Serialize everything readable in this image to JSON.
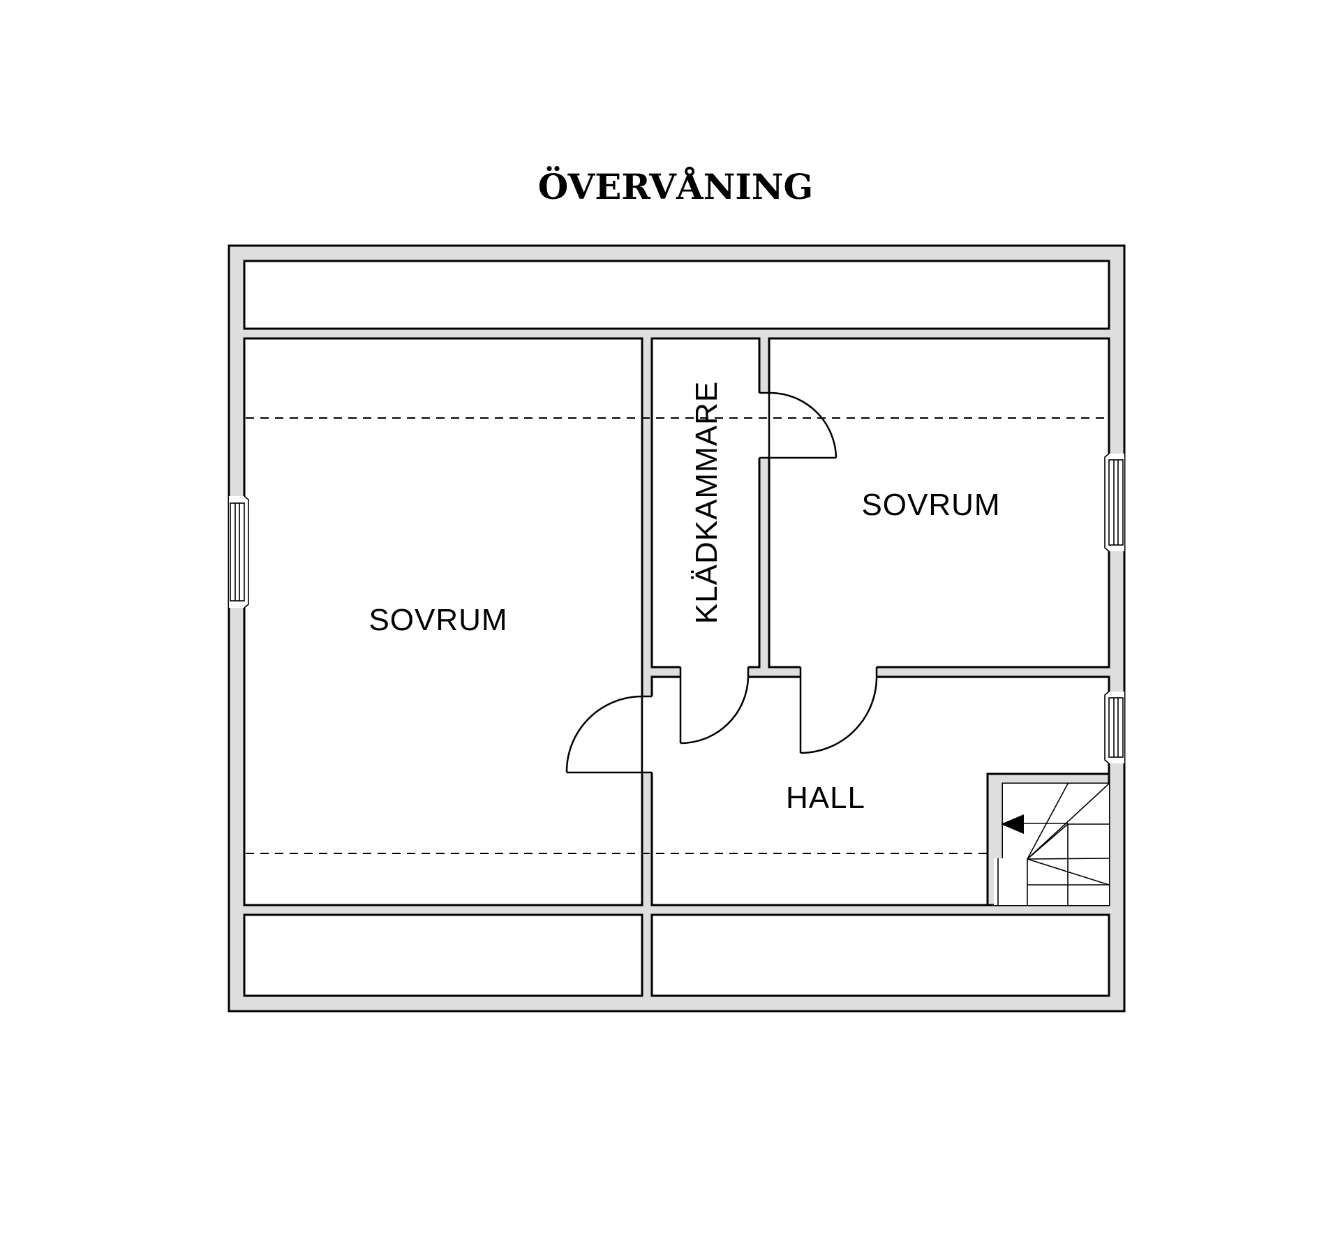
{
  "title": "ÖVERVÅNING",
  "rooms": {
    "sovrum_west": "SOVRUM",
    "sovrum_east": "SOVRUM",
    "kladkammare": "KLÄDKAMMARE",
    "hall": "HALL"
  },
  "colors": {
    "wall_fill": "#dedede",
    "line": "#000000",
    "background": "#ffffff"
  },
  "icons": [
    "door-swing-icon",
    "window-icon",
    "stair-icon",
    "arrow-left-icon"
  ]
}
